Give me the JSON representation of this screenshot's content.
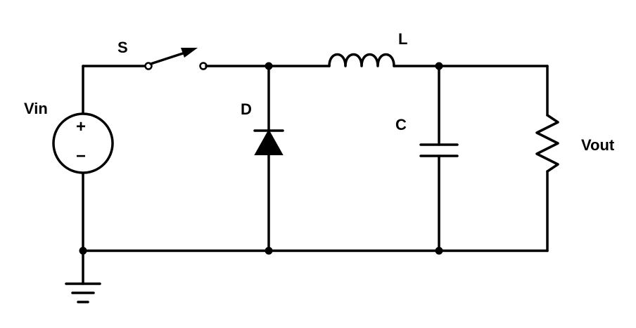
{
  "labels": {
    "switch": "S",
    "inductor": "L",
    "source": "Vin",
    "diode": "D",
    "capacitor": "C",
    "output": "Vout"
  },
  "source_signs": {
    "plus": "+",
    "minus": "−"
  },
  "style": {
    "line_color": "#000000",
    "background": "#ffffff"
  }
}
